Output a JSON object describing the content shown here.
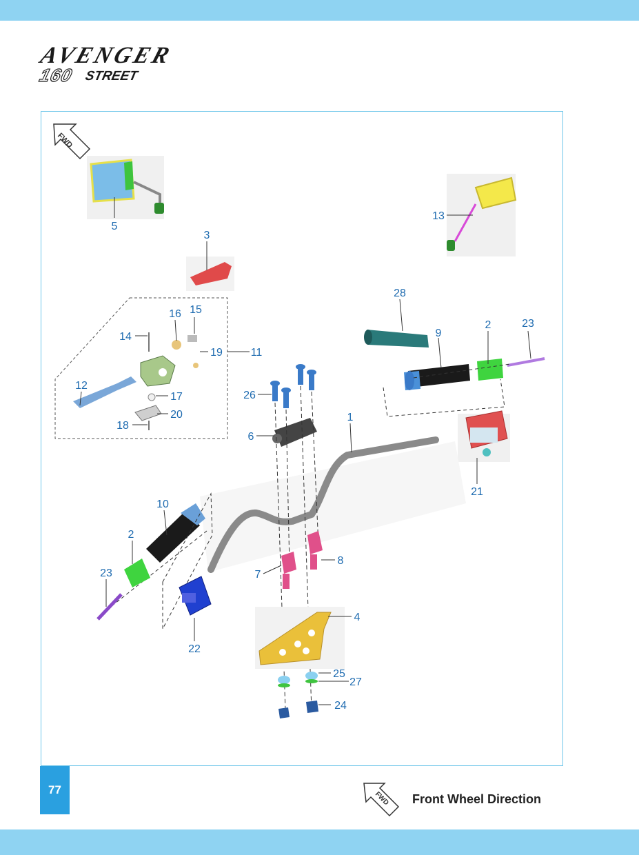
{
  "brand": {
    "name": "AVENGER",
    "model_number": "160",
    "model_name": "STREET"
  },
  "page_number": "77",
  "legend": {
    "label": "Front Wheel Direction",
    "arrow_text": "FWD"
  },
  "fwd_arrow_text": "FWD",
  "callouts": [
    "5",
    "3",
    "13",
    "28",
    "2",
    "23",
    "9",
    "16",
    "15",
    "14",
    "19",
    "11",
    "12",
    "17",
    "20",
    "18",
    "26",
    "6",
    "1",
    "21",
    "10",
    "2",
    "23",
    "7",
    "8",
    "4",
    "22",
    "25",
    "27",
    "24"
  ],
  "colors": {
    "band": "#8fd3f2",
    "frame": "#6ec6ea",
    "page_box": "#2aa0e0",
    "callout": "#1e6bb0"
  }
}
